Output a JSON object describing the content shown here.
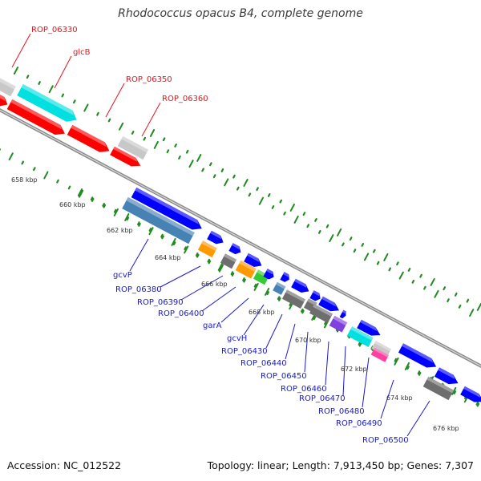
{
  "title": "Rhodococcus opacus B4, complete genome",
  "footer": {
    "accession": "Accession: NC_012522",
    "topology": "Topology: linear; Length: 7,913,450 bp; Genes: 7,307"
  },
  "colors": {
    "red": "#ff0000",
    "cyan": "#00e0e0",
    "blue": "#0000ff",
    "steelblue": "#4682b4",
    "gray": "#c8c8c8",
    "darkgray": "#6e6e6e",
    "orange": "#ff9900",
    "green": "#33cc33",
    "purple": "#8040e0",
    "pink": "#ff40a0",
    "backbone": "#8a8a8a",
    "tick": "#228b22",
    "label_red": "#e8141c",
    "label_blue": "#1a1acc"
  },
  "kbp_labels": [
    "658 kbp",
    "660 kbp",
    "662 kbp",
    "664 kbp",
    "666 kbp",
    "668 kbp",
    "670 kbp",
    "672 kbp",
    "674 kbp",
    "676 kbp"
  ],
  "upper_labels": [
    "ROP_06330",
    "glcB",
    "ROP_06350",
    "ROP_06360"
  ],
  "lower_labels": [
    "gcvP",
    "ROP_06380",
    "ROP_06390",
    "ROP_06400",
    "garA",
    "gcvH",
    "ROP_06430",
    "ROP_06440",
    "ROP_06450",
    "ROP_06460",
    "ROP_06470",
    "ROP_06480",
    "ROP_06490",
    "ROP_06500"
  ]
}
